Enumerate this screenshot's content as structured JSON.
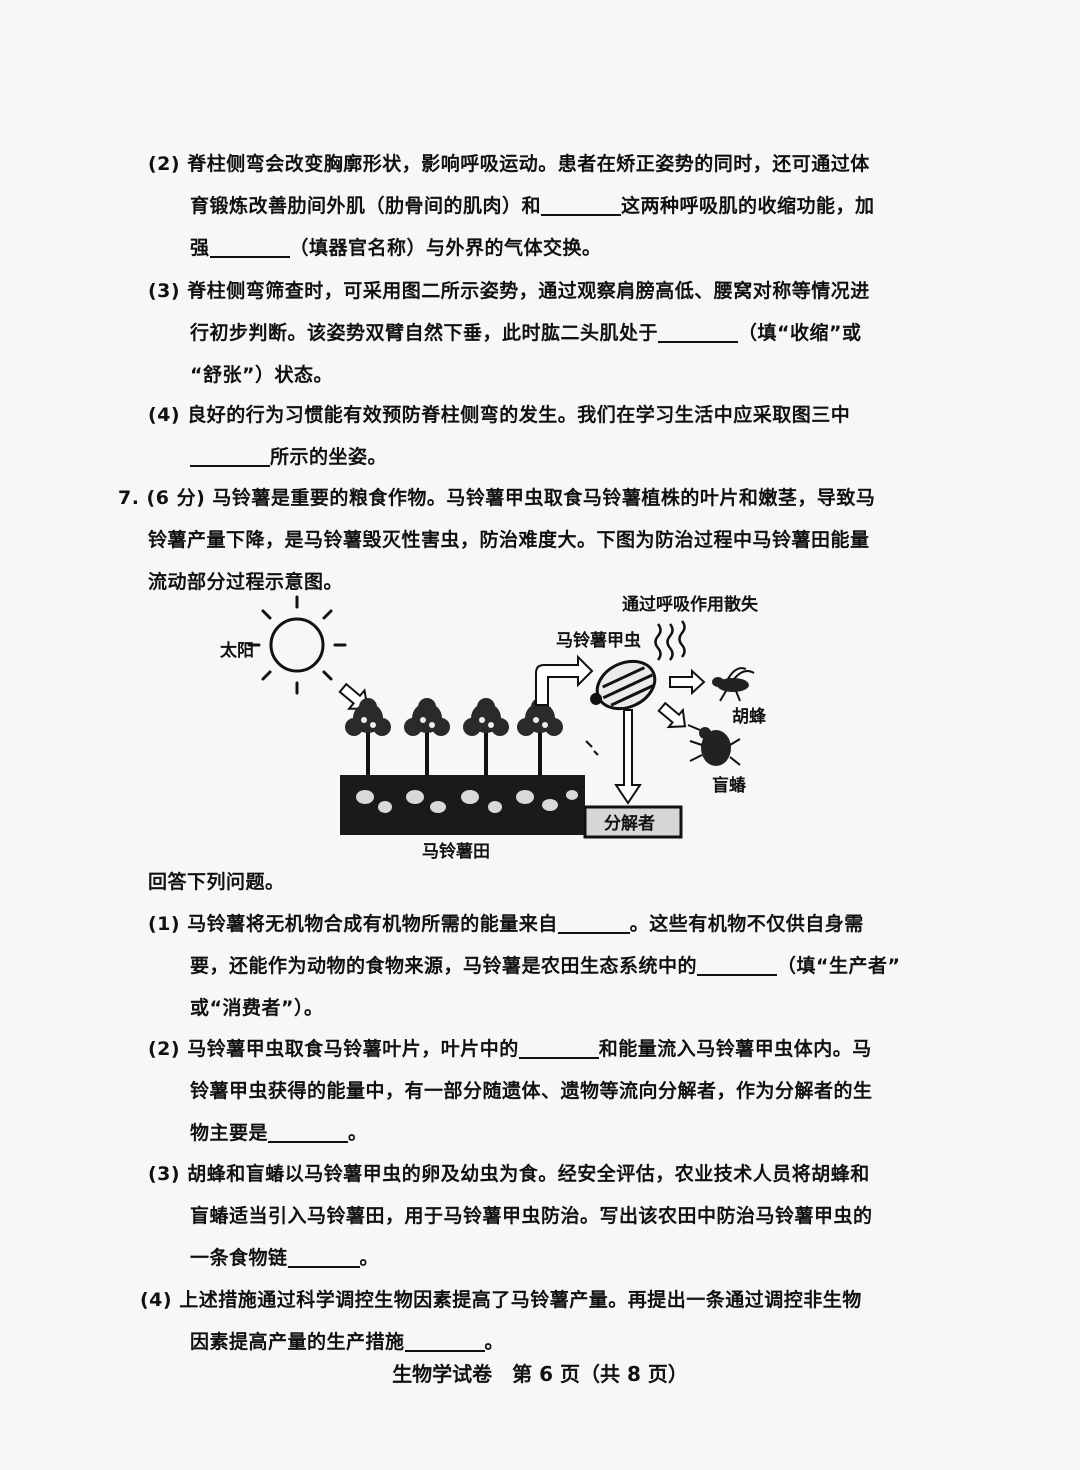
{
  "q6": {
    "p2_line1": "(2) 脊柱侧弯会改变胸廓形状，影响呼吸运动。患者在矫正姿势的同时，还可通过体",
    "p2_line2a": "育锻炼改善肋间外肌（肋骨间的肌肉）和",
    "p2_line2b": "这两种呼吸肌的收缩功能，加",
    "p2_line3a": "强",
    "p2_line3b": "（填器官名称）与外界的气体交换。",
    "p3_line1": "(3) 脊柱侧弯筛查时，可采用图二所示姿势，通过观察肩膀高低、腰窝对称等情况进",
    "p3_line2a": "行初步判断。该姿势双臂自然下垂，此时肱二头肌处于",
    "p3_line2b": "（填“收缩”或",
    "p3_line3": "“舒张”）状态。",
    "p4_line1": "(4) 良好的行为习惯能有效预防脊柱侧弯的发生。我们在学习生活中应采取图三中",
    "p4_line2": "所示的坐姿。"
  },
  "q7": {
    "intro_line1": "7. (6 分) 马铃薯是重要的粮食作物。马铃薯甲虫取食马铃薯植株的叶片和嫩茎，导致马",
    "intro_line2": "铃薯产量下降，是马铃薯毁灭性害虫，防治难度大。下图为防治过程中马铃薯田能量",
    "intro_line3": "流动部分过程示意图。",
    "diagram": {
      "sun": "太阳",
      "field": "马铃薯田",
      "beetle": "马铃薯甲虫",
      "respiration": "通过呼吸作用散失",
      "wasp": "胡蜂",
      "bug": "盲蝽",
      "decomposer": "分解者"
    },
    "answer_prompt": "回答下列问题。",
    "s1_line1a": "(1) 马铃薯将无机物合成有机物所需的能量来自",
    "s1_line1b": "。这些有机物不仅供自身需",
    "s1_line2a": "要，还能作为动物的食物来源，马铃薯是农田生态系统中的",
    "s1_line2b": "（填“生产者”",
    "s1_line3": "或“消费者”）。",
    "s2_line1a": "(2) 马铃薯甲虫取食马铃薯叶片，叶片中的",
    "s2_line1b": "和能量流入马铃薯甲虫体内。马",
    "s2_line2": "铃薯甲虫获得的能量中，有一部分随遗体、遗物等流向分解者，作为分解者的生",
    "s2_line3a": "物主要是",
    "s2_line3b": "。",
    "s3_line1": "(3) 胡蜂和盲蝽以马铃薯甲虫的卵及幼虫为食。经安全评估，农业技术人员将胡蜂和",
    "s3_line2": "盲蝽适当引入马铃薯田，用于马铃薯甲虫防治。写出该农田中防治马铃薯甲虫的",
    "s3_line3a": "一条食物链",
    "s3_line3b": "。",
    "s4_line1": "(4) 上述措施通过科学调控生物因素提高了马铃薯产量。再提出一条通过调控非生物",
    "s4_line2a": "因素提高产量的生产措施",
    "s4_line2b": "。"
  },
  "footer": "生物学试卷　第 6 页（共 8 页）"
}
